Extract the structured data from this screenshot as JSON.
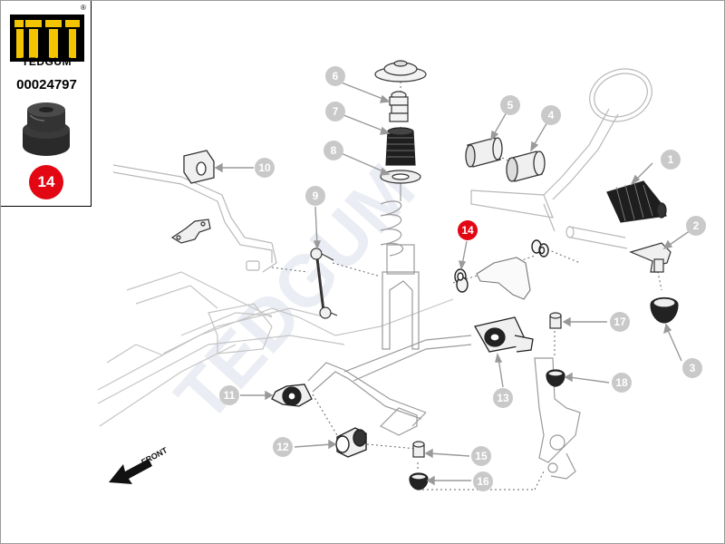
{
  "product": {
    "brand": "TEDGUM",
    "registered_mark": "®",
    "part_number": "00024797",
    "reference": "14",
    "highlight_color": "#e30613"
  },
  "watermark": "TEDGUM",
  "front_label": "FRONT",
  "callouts": [
    {
      "id": "1",
      "highlight": false
    },
    {
      "id": "2",
      "highlight": false
    },
    {
      "id": "3",
      "highlight": false
    },
    {
      "id": "4",
      "highlight": false
    },
    {
      "id": "5",
      "highlight": false
    },
    {
      "id": "6",
      "highlight": false
    },
    {
      "id": "7",
      "highlight": false
    },
    {
      "id": "8",
      "highlight": false
    },
    {
      "id": "9",
      "highlight": false
    },
    {
      "id": "10",
      "highlight": false
    },
    {
      "id": "11",
      "highlight": false
    },
    {
      "id": "12",
      "highlight": false
    },
    {
      "id": "13",
      "highlight": false
    },
    {
      "id": "14",
      "highlight": true
    },
    {
      "id": "15",
      "highlight": false
    },
    {
      "id": "16",
      "highlight": false
    },
    {
      "id": "17",
      "highlight": false
    },
    {
      "id": "18",
      "highlight": false
    }
  ],
  "colors": {
    "callout_fill": "#c9c9c9",
    "line": "#7a7a7a",
    "faint_line": "#c4c4c4"
  }
}
